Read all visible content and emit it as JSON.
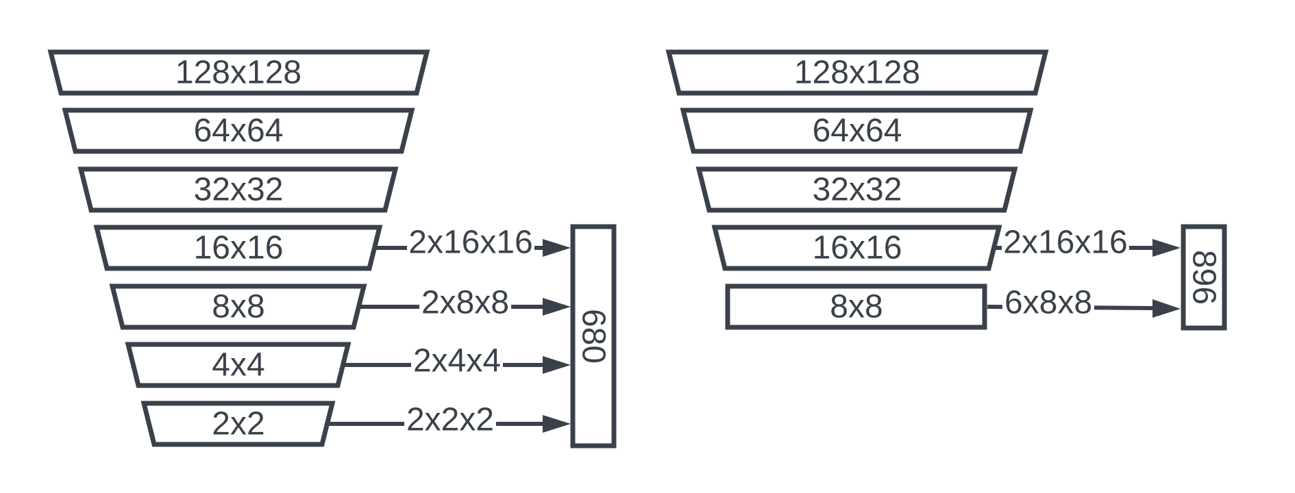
{
  "diagrams": [
    {
      "layers": [
        "128x128",
        "64x64",
        "32x32",
        "16x16",
        "8x8",
        "4x4",
        "2x2"
      ],
      "connections": [
        "2x16x16",
        "2x8x8",
        "2x4x4",
        "2x2x2"
      ],
      "output": "680",
      "output_rotation": "90deg clockwise"
    },
    {
      "layers": [
        "128x128",
        "64x64",
        "32x32",
        "16x16",
        "8x8"
      ],
      "connections": [
        "2x16x16",
        "6x8x8"
      ],
      "output": "896",
      "output_rotation": "90deg clockwise"
    }
  ],
  "colors": {
    "stroke": "#3b414b",
    "text": "#3b414b",
    "fill": "#ffffff"
  }
}
